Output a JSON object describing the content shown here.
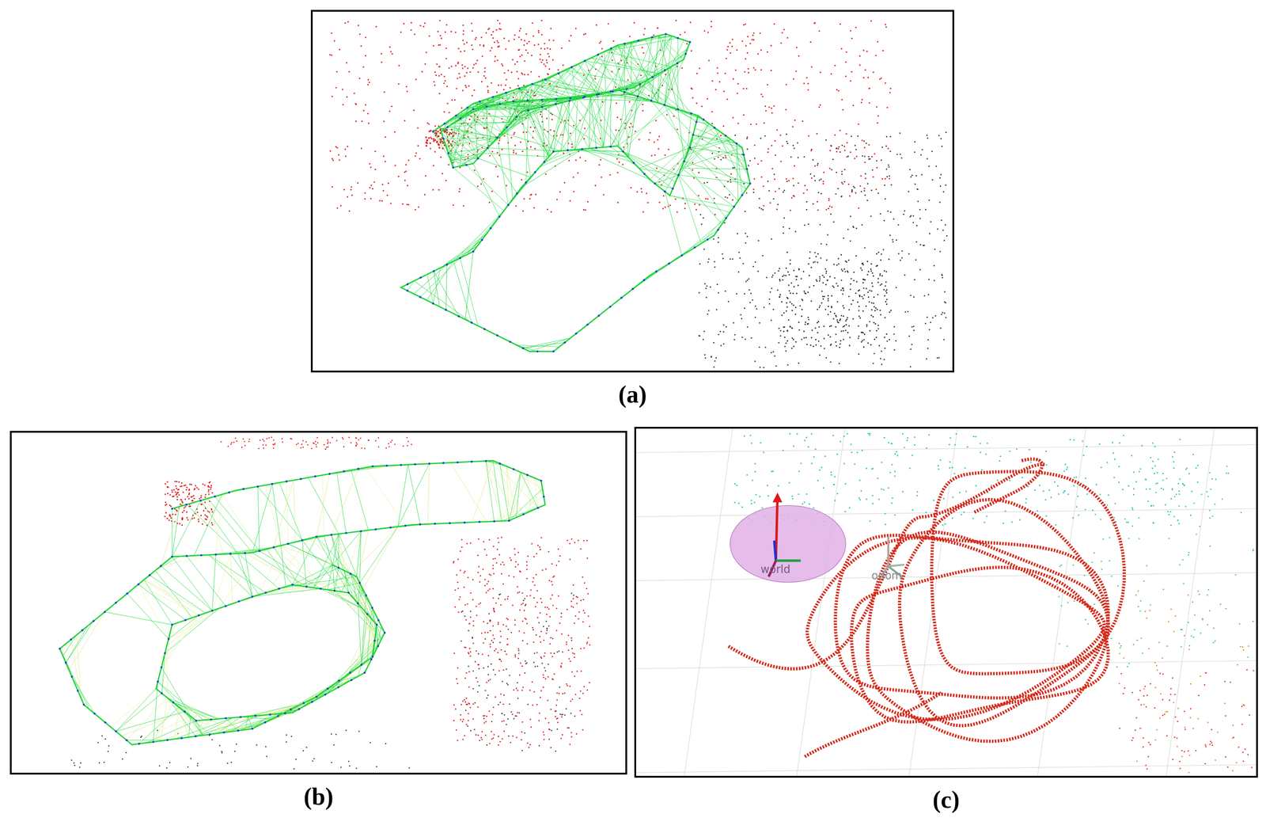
{
  "diagram": {
    "nodes": [
      {
        "text": [
          "(a)"
        ]
      },
      {
        "text": [
          "(b)"
        ]
      },
      {
        "text": [
          "(c)"
        ]
      }
    ],
    "labels": [
      "world",
      "odom"
    ]
  }
}
